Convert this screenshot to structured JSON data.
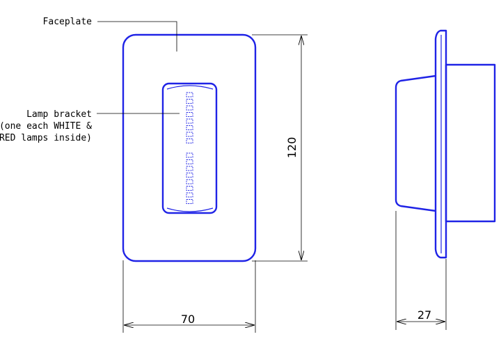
{
  "labels": {
    "faceplate": "Faceplate",
    "lamp_bracket": {
      "line1": "Lamp bracket",
      "line2": "(one each WHITE &",
      "line3": "RED lamps inside)"
    }
  },
  "dimensions": {
    "height": "120",
    "width": "70",
    "depth": "27"
  },
  "colors": {
    "outline": "#1f23e6",
    "dimension_lines": "#000000"
  }
}
